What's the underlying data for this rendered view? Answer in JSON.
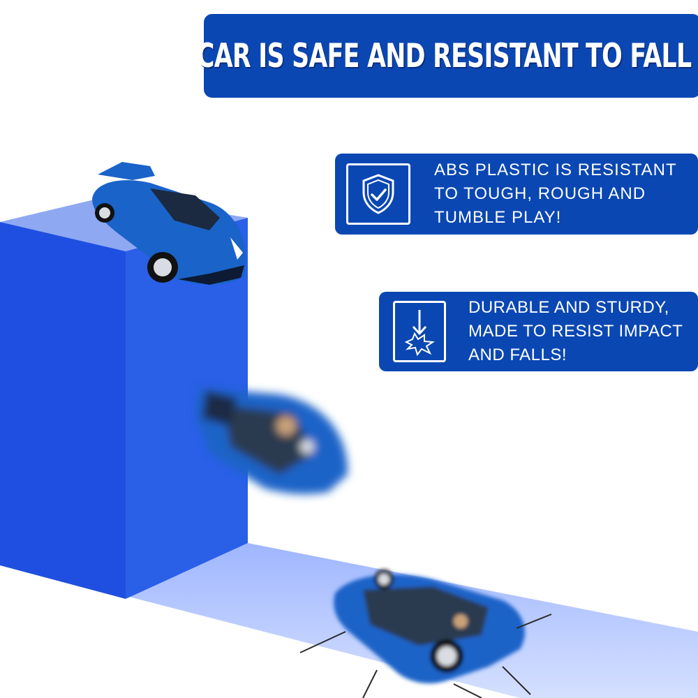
{
  "colors": {
    "banner": "#0a47b3",
    "panel": "#0a47b3",
    "pillar_front": "#1f4fe0",
    "pillar_side": "#2a5fe8",
    "pillar_top": "#8ea8f2",
    "floor": "#c9d8ff",
    "car_blue": "#1a63c8"
  },
  "banner": {
    "title": "CAR IS SAFE AND RESISTANT TO FALL"
  },
  "features": [
    {
      "icon": "shield-check-icon",
      "lines": [
        "ABS PLASTIC IS RESISTANT",
        "TO TOUGH, ROUGH AND",
        "TUMBLE PLAY!"
      ]
    },
    {
      "icon": "impact-arrow-icon",
      "lines": [
        "DURABLE AND STURDY,",
        "MADE TO RESIST IMPACT",
        "AND FALLS!"
      ]
    }
  ]
}
